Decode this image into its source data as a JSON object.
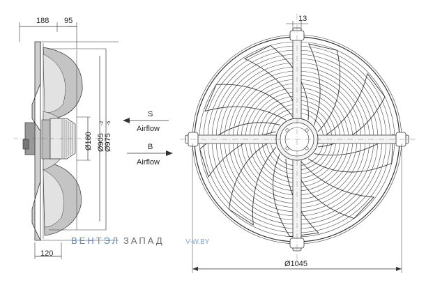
{
  "side_view": {
    "dim_width_total": "188",
    "dim_width_motor": "95",
    "dim_depth_base": "120",
    "dim_dia_motor": "Ø180",
    "dim_dia_inner": "Ø905",
    "dim_dia_inner_tol": "-2",
    "dim_dia_outer": "Ø975",
    "dim_dia_outer_tol": "-5"
  },
  "airflow": {
    "s_label": "S",
    "s_text": "Airflow",
    "b_label": "B",
    "b_text": "Airflow"
  },
  "front_view": {
    "dim_bracket": "13",
    "dim_outer": "Ø1045"
  },
  "watermark": {
    "brand_part1": "ВЕНТЭЛ",
    "brand_part2": "ЗАПАД",
    "site": "V-W.BY",
    "brand_color": "#4a8fd0"
  },
  "colors": {
    "line": "#333333",
    "fill_dark": "#bdbdbd",
    "fill_light": "#e6e6e6"
  }
}
